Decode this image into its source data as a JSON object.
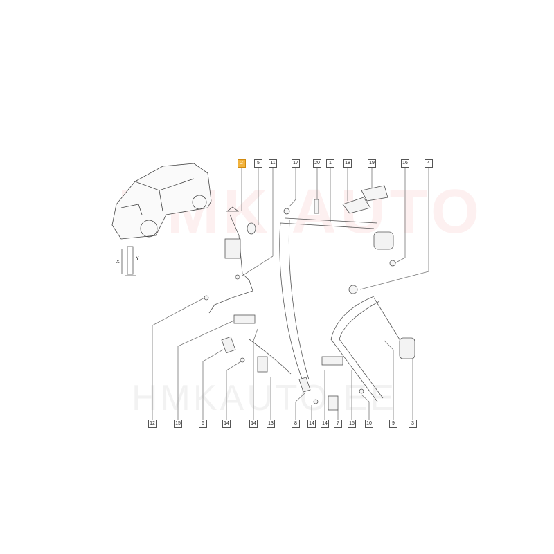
{
  "watermark": {
    "brand": "HMK AUTO",
    "site": "HMKAUTO.EE"
  },
  "dimension_labels": {
    "x": "X",
    "y": "Y"
  },
  "top_labels": [
    {
      "num": "2",
      "highlighted": true
    },
    {
      "num": "5"
    },
    {
      "num": "11"
    },
    {
      "num": "17"
    },
    {
      "num": "20"
    },
    {
      "num": "1"
    },
    {
      "num": "18"
    },
    {
      "num": "19"
    },
    {
      "num": "16"
    },
    {
      "num": "4"
    }
  ],
  "bottom_labels": [
    {
      "num": "12"
    },
    {
      "num": "15"
    },
    {
      "num": "6"
    },
    {
      "num": "14"
    },
    {
      "num": "14"
    },
    {
      "num": "13"
    },
    {
      "num": "8"
    },
    {
      "num": "14"
    },
    {
      "num": "14"
    },
    {
      "num": "7"
    },
    {
      "num": "15"
    },
    {
      "num": "10"
    },
    {
      "num": "9"
    },
    {
      "num": "3"
    }
  ],
  "colors": {
    "highlight": "#f2b33d",
    "line": "#666666"
  }
}
